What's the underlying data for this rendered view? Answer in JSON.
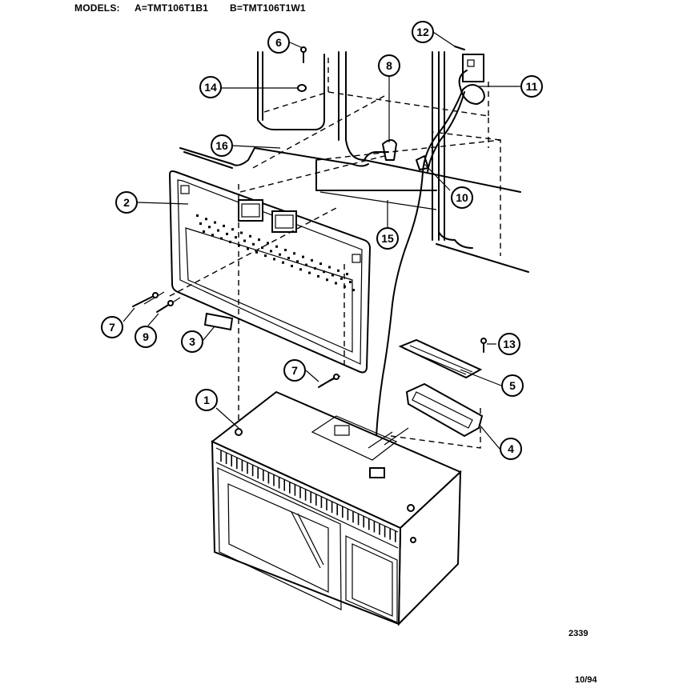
{
  "header": {
    "label": "MODELS:",
    "model_a": "A=TMT106T1B1",
    "model_b": "B=TMT106T1W1"
  },
  "diagram_code": "2339",
  "date_code": "10/94",
  "callouts": [
    "1",
    "2",
    "3",
    "4",
    "5",
    "6",
    "7",
    "7",
    "8",
    "9",
    "10",
    "11",
    "12",
    "13",
    "14",
    "15",
    "16"
  ]
}
